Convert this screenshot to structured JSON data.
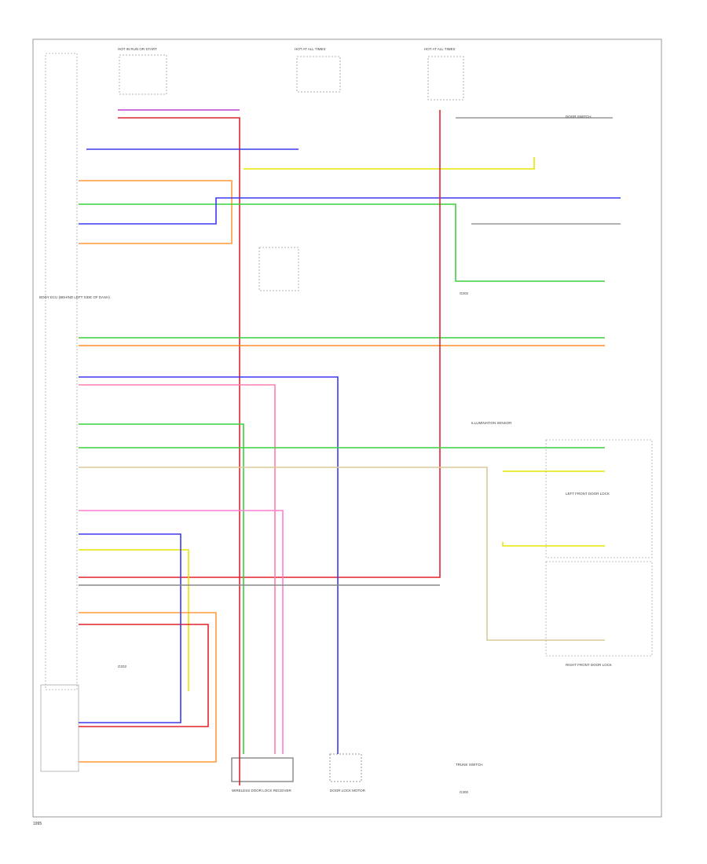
{
  "diagram": {
    "labels": {
      "hot_run_start": "HOT IN RUN OR START",
      "hot_at_all_times_1": "HOT AT ALL TIMES",
      "hot_at_all_times_2": "HOT AT ALL TIMES",
      "body_ecu": "BODY ECU (BEHIND LEFT SIDE OF DASH)",
      "ground_1": "G202",
      "ground_2": "G202",
      "ground_3": "G300",
      "illum_sensor": "ILLUMINATION SENSOR",
      "wireless_receiver": "WIRELESS DOOR LOCK RECEIVER",
      "door_lock_motor": "DOOR LOCK MOTOR",
      "trunk_sw": "TRUNK SWITCH",
      "left_door": "LEFT FRONT DOOR LOCK",
      "right_door": "RIGHT FRONT DOOR LOCK",
      "dash_sw": "DOOR SWITCH"
    },
    "footer": "1995"
  }
}
